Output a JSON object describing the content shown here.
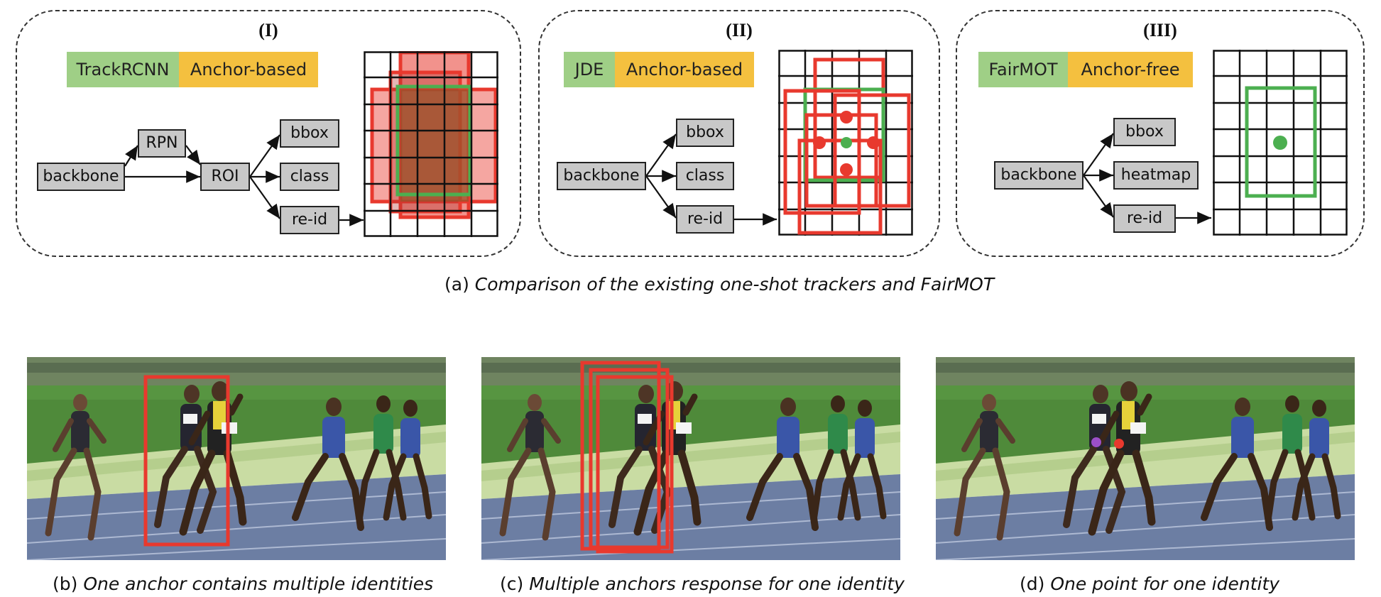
{
  "panel1": {
    "num": "(I)",
    "tag1": "TrackRCNN",
    "tag2": "Anchor-based",
    "boxes": {
      "backbone": "backbone",
      "rpn": "RPN",
      "roi": "ROI",
      "bbox": "bbox",
      "class": "class",
      "reid": "re-id"
    }
  },
  "panel2": {
    "num": "(II)",
    "tag1": "JDE",
    "tag2": "Anchor-based",
    "boxes": {
      "backbone": "backbone",
      "bbox": "bbox",
      "class": "class",
      "reid": "re-id"
    }
  },
  "panel3": {
    "num": "(III)",
    "tag1": "FairMOT",
    "tag2": "Anchor-free",
    "boxes": {
      "backbone": "backbone",
      "bbox": "bbox",
      "heatmap": "heatmap",
      "reid": "re-id"
    }
  },
  "captions": {
    "a_prefix": "(a) ",
    "a_text": "Comparison of the existing one-shot trackers and FairMOT",
    "b_prefix": "(b) ",
    "b_text": "One anchor contains multiple identities",
    "c_prefix": "(c) ",
    "c_text": "Multiple anchors response for one identity",
    "d_prefix": "(d) ",
    "d_text": "One point for one identity"
  },
  "colors": {
    "tag_green": "#9fcf86",
    "tag_orange": "#f4c03f",
    "anchor_red": "#e8392e",
    "center_green": "#4caf50",
    "box_grey": "#c8c8c8",
    "id_purple": "#9b4fc8"
  }
}
